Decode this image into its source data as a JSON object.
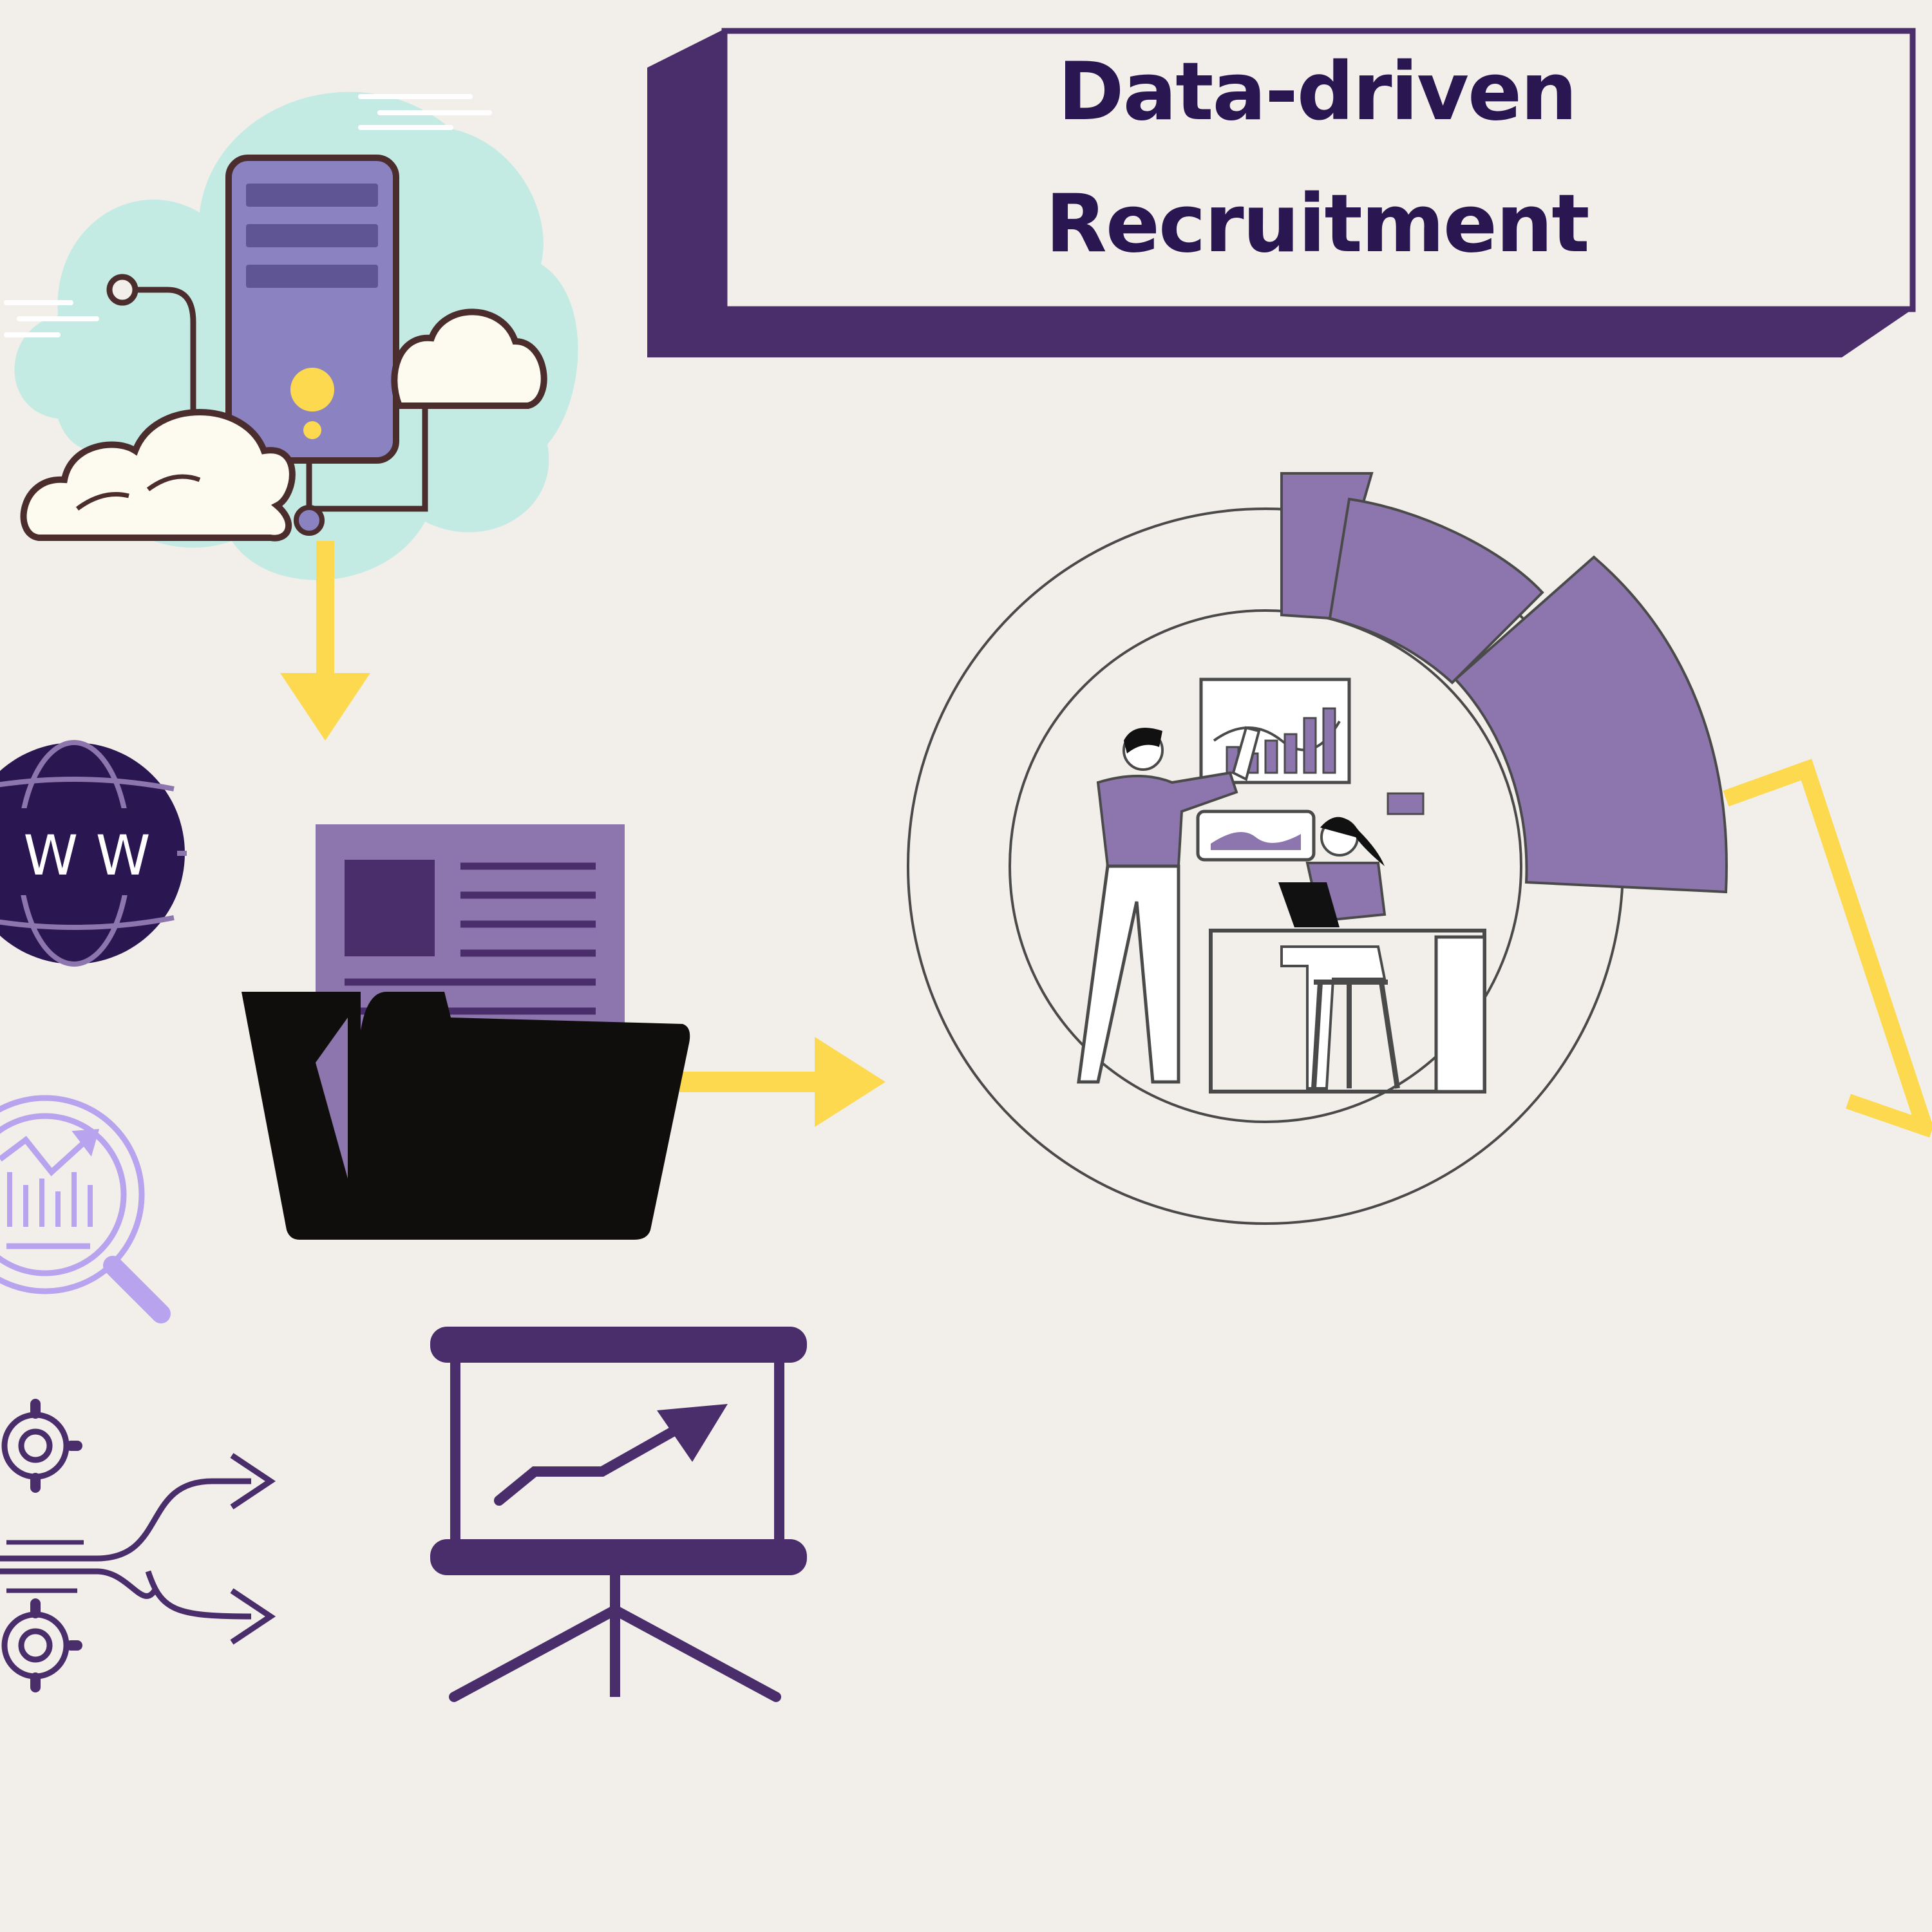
{
  "title": {
    "line1": "Data-driven",
    "line2": "Recruitment"
  },
  "globe": {
    "label": "W W"
  },
  "colors": {
    "background": "#f2efeb",
    "dark_purple": "#4a2e6b",
    "title_text": "#2a1650",
    "lavender": "#8c76ad",
    "light_lavender": "#b7a3ee",
    "arrow_yellow": "#fcd94e",
    "cloud_teal": "#c4ebe3",
    "folder_black": "#100e0c"
  },
  "icons": [
    "cloud-server-icon",
    "globe-www-icon",
    "analytics-search-icon",
    "gears-process-icon",
    "document-folder-icon",
    "presentation-board-icon",
    "data-team-donut-icon"
  ]
}
